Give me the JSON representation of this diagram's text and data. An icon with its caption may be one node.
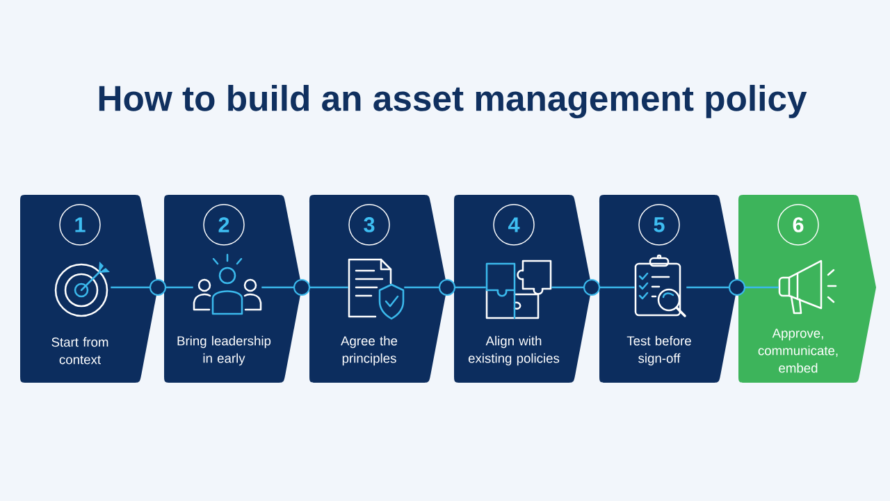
{
  "diagram": {
    "title": "How to build an asset management policy",
    "nodes": [
      {
        "text": [
          "Start from context"
        ]
      },
      {
        "text": [
          "1"
        ],
        "in": 0
      },
      {
        "text": [],
        "shape": "picture",
        "in": 0
      },
      {
        "text": [
          "Bring leadership in early"
        ]
      },
      {
        "text": [
          "2"
        ],
        "in": 3
      },
      {
        "text": [],
        "shape": "picture",
        "in": 3
      },
      {
        "text": [
          "Agree the principles"
        ]
      },
      {
        "text": [
          "3"
        ],
        "in": 6
      },
      {
        "text": [],
        "shape": "picture",
        "in": 6
      },
      {
        "text": [
          "Align with existing policies"
        ]
      },
      {
        "text": [
          "4"
        ],
        "in": 9
      },
      {
        "text": [],
        "shape": "picture",
        "in": 9
      },
      {
        "text": [
          "Test before sign-off"
        ]
      },
      {
        "text": [
          "5"
        ],
        "in": 12
      },
      {
        "text": [],
        "shape": "picture",
        "in": 12
      },
      {
        "text": [
          "Approve, communicate, embed"
        ]
      },
      {
        "text": [
          "6"
        ],
        "in": 15
      },
      {
        "text": [],
        "shape": "picture",
        "in": 15
      }
    ],
    "edges": [
      {
        "from": 2,
        "to": 5,
        "arrow": "none"
      },
      {
        "from": 5,
        "to": 8,
        "arrow": "none"
      },
      {
        "from": 8,
        "to": 11,
        "arrow": "none"
      },
      {
        "from": 11,
        "to": 14,
        "arrow": "none"
      },
      {
        "from": 14,
        "to": 17,
        "arrow": "none"
      }
    ]
  }
}
